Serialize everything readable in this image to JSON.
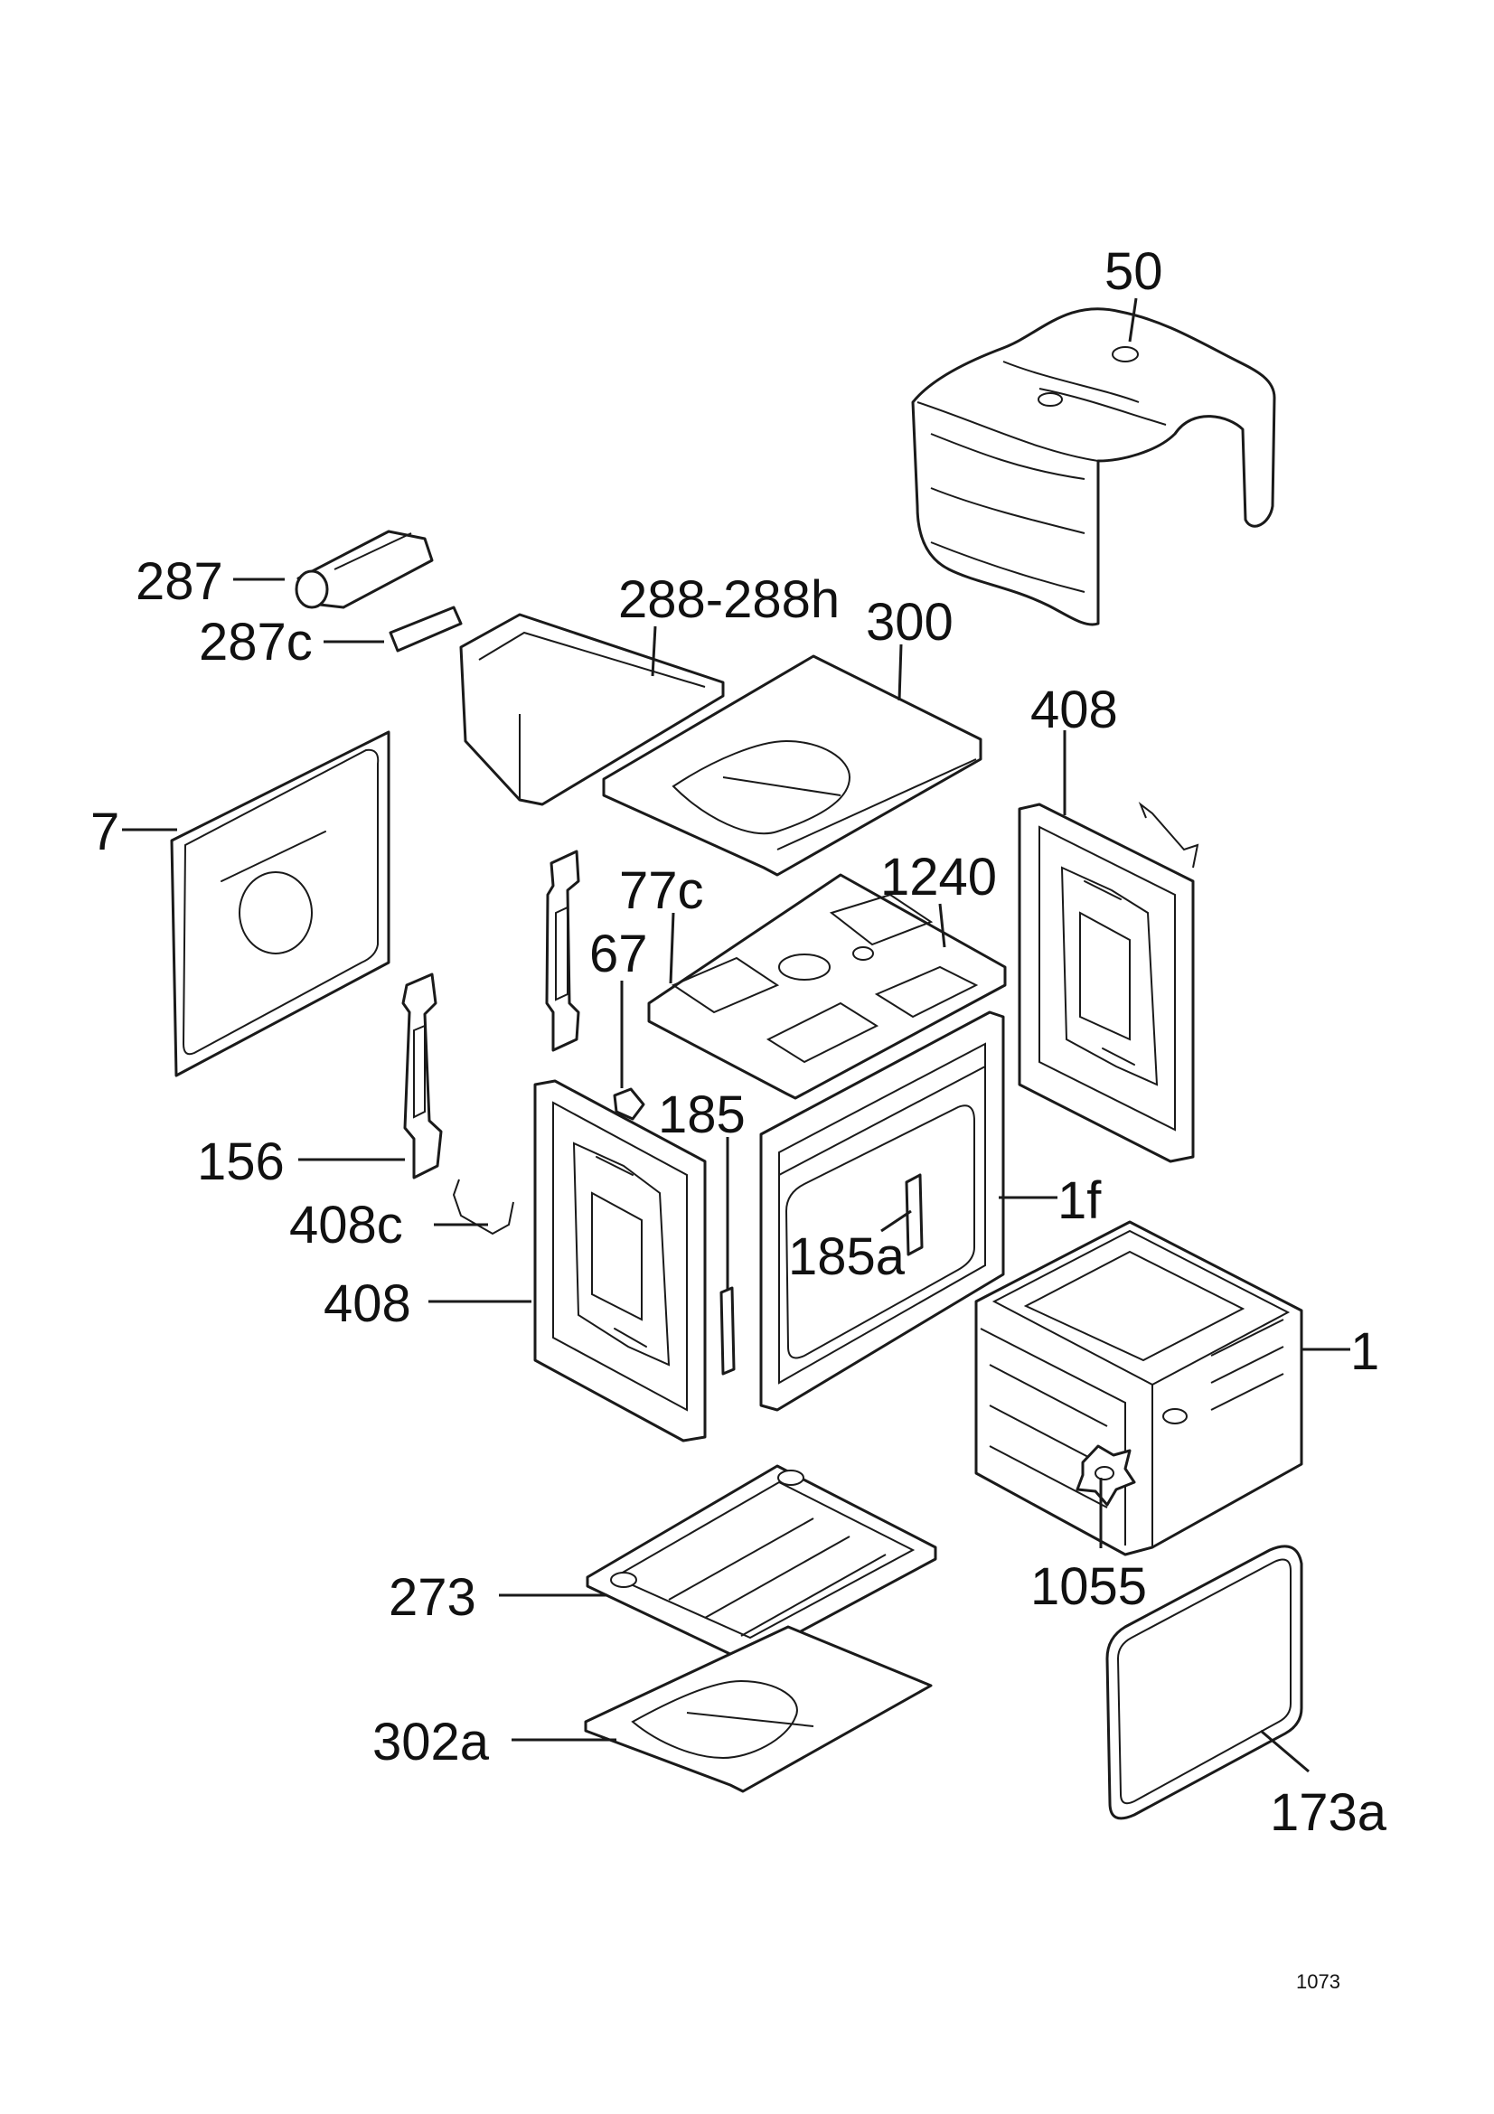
{
  "diagram": {
    "callouts": {
      "c50": "50",
      "c287": "287",
      "c287c": "287c",
      "c288": "288-288h",
      "c300": "300",
      "c408_top": "408",
      "c7": "7",
      "c77c": "77c",
      "c1240": "1240",
      "c67": "67",
      "c185": "185",
      "c156": "156",
      "c1f": "1f",
      "c408c": "408c",
      "c185a": "185a",
      "c408_left": "408",
      "c1": "1",
      "c273": "273",
      "c1055": "1055",
      "c302a": "302a",
      "c173a": "173a"
    },
    "page_number": "1073"
  }
}
